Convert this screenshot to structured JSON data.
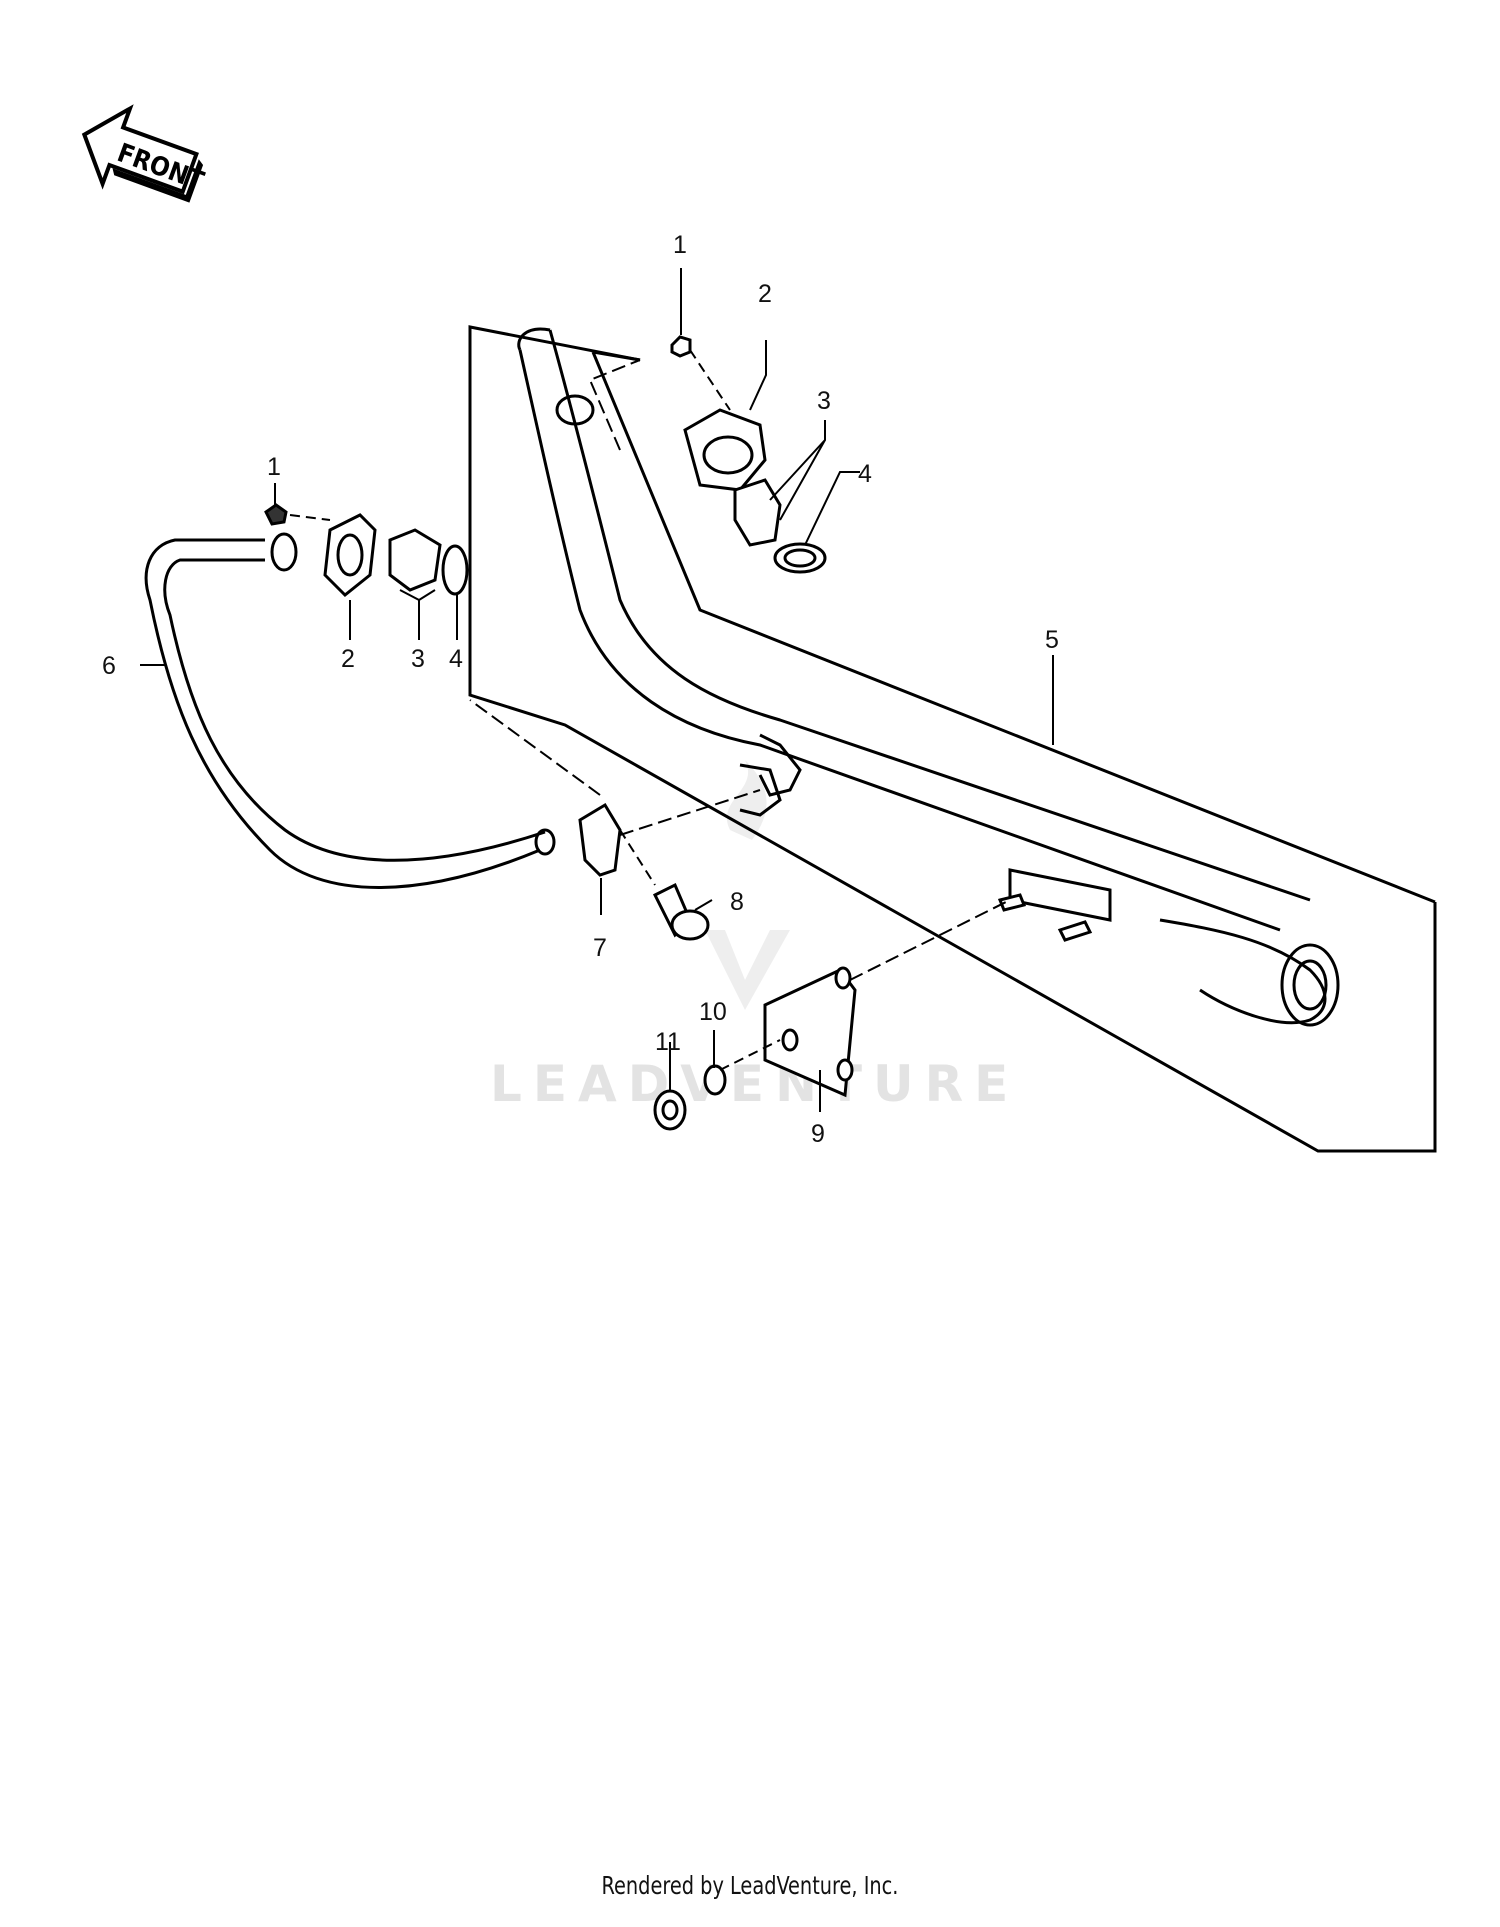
{
  "diagram": {
    "front_arrow_label": "FRONT",
    "callouts": {
      "c1a": "1",
      "c2a": "2",
      "c3a": "3",
      "c4a": "4",
      "c1b": "1",
      "c2b": "2",
      "c3b": "3",
      "c4b": "4",
      "c5": "5",
      "c6": "6",
      "c7": "7",
      "c8": "8",
      "c9": "9",
      "c10": "10",
      "c11": "11"
    },
    "watermark": "LEADVENTURE"
  },
  "footer": {
    "text": "Rendered by LeadVenture, Inc."
  }
}
